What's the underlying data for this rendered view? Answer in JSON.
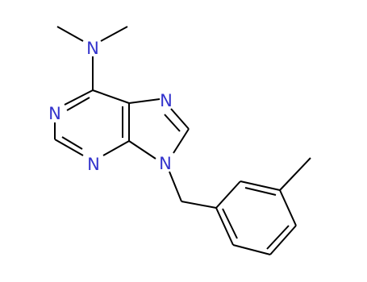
{
  "colors": {
    "bond": "#000000",
    "heteroatom": "#3333cc",
    "background": "#ffffff"
  },
  "atoms": [
    {
      "id": "n_amine",
      "label": "N"
    },
    {
      "id": "n1",
      "label": "N"
    },
    {
      "id": "n3",
      "label": "N"
    },
    {
      "id": "n7",
      "label": "N"
    },
    {
      "id": "n9",
      "label": "N"
    }
  ]
}
